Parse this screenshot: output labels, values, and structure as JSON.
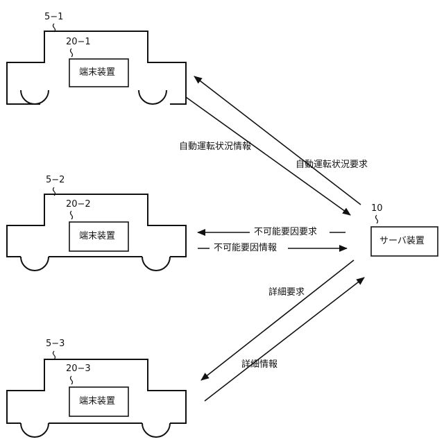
{
  "vehicles": [
    {
      "ref": "5−1",
      "terminal_ref": "20−1",
      "terminal_label": "端末装置"
    },
    {
      "ref": "5−2",
      "terminal_ref": "20−2",
      "terminal_label": "端末装置"
    },
    {
      "ref": "5−3",
      "terminal_ref": "20−3",
      "terminal_label": "端末装置"
    }
  ],
  "server": {
    "ref": "10",
    "label": "サーバ装置"
  },
  "flows": {
    "auto_status_info": "自動運転状況情報",
    "auto_status_request": "自動運転状況要求",
    "cause_request": "不可能要因要求",
    "cause_info": "不可能要因情報",
    "detail_request": "詳細要求",
    "detail_info": "詳細情報"
  }
}
